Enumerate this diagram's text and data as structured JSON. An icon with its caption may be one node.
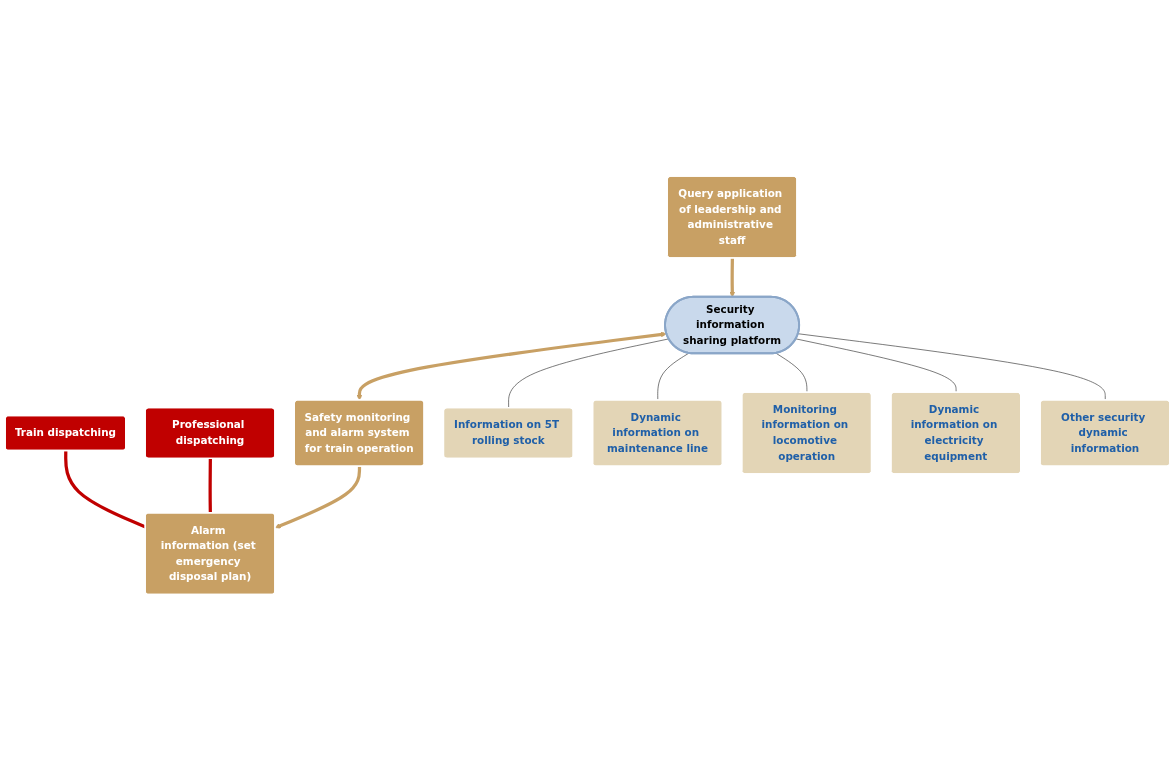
{
  "diagram": {
    "nodes": [
      {
        "text": [
          "Train dispatching"
        ]
      },
      {
        "text": [
          "Professional dispatching"
        ]
      },
      {
        "text": [
          "Alarm information (set emergency disposal plan)"
        ]
      },
      {
        "text": [
          "Safety monitoring and alarm system for train operation"
        ]
      },
      {
        "text": [
          "Query application of leadership and administrative staff"
        ]
      },
      {
        "text": [
          "Security information sharing platform"
        ]
      },
      {
        "text": [
          "Information on 5T rolling stock"
        ]
      },
      {
        "text": [
          "Dynamic information on maintenance line"
        ]
      },
      {
        "text": [
          "Monitoring information on locomotive operation"
        ]
      },
      {
        "text": [
          "Dynamic information on electricity equipment"
        ]
      },
      {
        "text": [
          "Other security dynamic information"
        ]
      }
    ],
    "edges": [
      {
        "from": 0,
        "to": 2,
        "arrow": "none",
        "style": "thick",
        "color": "#c00000"
      },
      {
        "from": 1,
        "to": 2,
        "arrow": "none",
        "style": "thick",
        "color": "#c00000"
      },
      {
        "from": 3,
        "to": 2,
        "arrow": "to",
        "style": "thick",
        "color": "#c8a064"
      },
      {
        "from": 5,
        "to": 3,
        "arrow": "both",
        "style": "thick",
        "color": "#c8a064"
      },
      {
        "from": 4,
        "to": 5,
        "arrow": "to",
        "style": "thick",
        "color": "#c8a064"
      },
      {
        "from": 5,
        "to": 6,
        "arrow": "none"
      },
      {
        "from": 5,
        "to": 7,
        "arrow": "none"
      },
      {
        "from": 5,
        "to": 8,
        "arrow": "none"
      },
      {
        "from": 5,
        "to": 9,
        "arrow": "none"
      },
      {
        "from": 5,
        "to": 10,
        "arrow": "none"
      }
    ]
  }
}
